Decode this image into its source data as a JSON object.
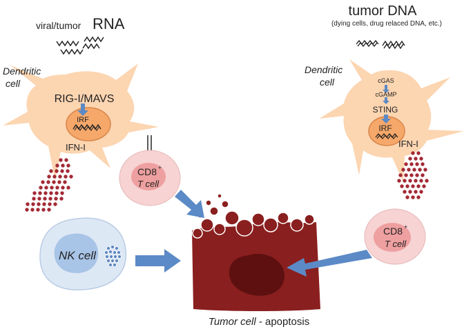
{
  "labels": {
    "rna_prefix": "viral/tumor",
    "rna_main": "RNA",
    "dna_title": "tumor DNA",
    "dna_subtitle": "(dying cells, drug relaced DNA, etc.)",
    "dc_left_line1": "Dendritic",
    "dc_left_line2": "cell",
    "dc_right_line1": "Dendritic",
    "dc_right_line2": "cell",
    "rig_mavs": "RIG-I/MAVS",
    "irf_left": "IRF",
    "ifn_left": "IFN-I",
    "cgas": "cGAS",
    "cgamp": "cGAMP",
    "sting": "STING",
    "irf_right": "IRF",
    "ifn_right": "IFN-I",
    "cd8_left": "CD8",
    "cd8_left_sup": "+",
    "tcell_left": "T cell",
    "cd8_right": "CD8",
    "cd8_right_sup": "+",
    "tcell_right": "T cell",
    "nk_cell": "NK cell",
    "tumor_italic": "Tumor cell",
    "tumor_rest": " - apoptosis"
  },
  "colors": {
    "dc_body": "#fcd5b1",
    "dc_nucleus": "#f6a86a",
    "tcell_body": "#f7d3d3",
    "tcell_nucleus": "#ee9f9f",
    "nk_body": "#dde8f5",
    "nk_nucleus": "#a8c4e6",
    "granule": "#5f86c0",
    "tumor": "#8a1f1f",
    "tumor_dark": "#5e1010",
    "cytokine": "#a32a35",
    "arrow": "#5b8ac6"
  }
}
